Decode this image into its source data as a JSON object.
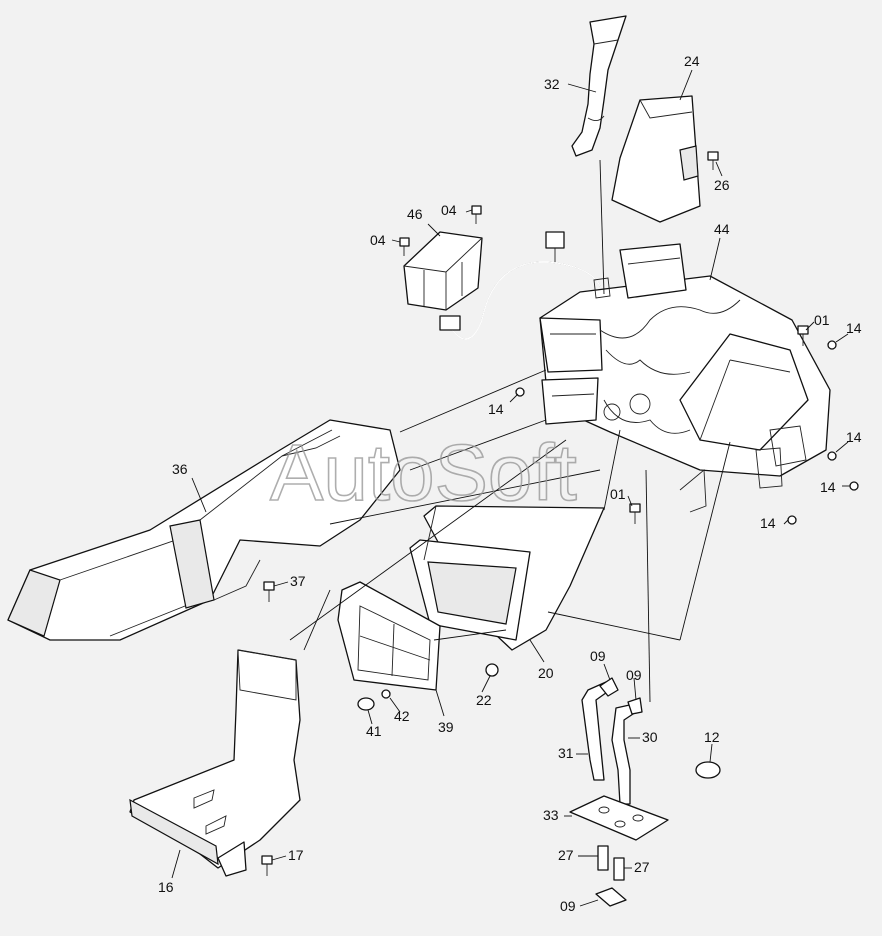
{
  "watermark": "AutoSoft",
  "callouts": [
    {
      "id": "c32",
      "label": "32"
    },
    {
      "id": "c24",
      "label": "24"
    },
    {
      "id": "c26",
      "label": "26"
    },
    {
      "id": "c46",
      "label": "46"
    },
    {
      "id": "c04a",
      "label": "04"
    },
    {
      "id": "c04b",
      "label": "04"
    },
    {
      "id": "c44",
      "label": "44"
    },
    {
      "id": "c01a",
      "label": "01"
    },
    {
      "id": "c14a",
      "label": "14"
    },
    {
      "id": "c14b",
      "label": "14"
    },
    {
      "id": "c14c",
      "label": "14"
    },
    {
      "id": "c14d",
      "label": "14"
    },
    {
      "id": "c14e",
      "label": "14"
    },
    {
      "id": "c36",
      "label": "36"
    },
    {
      "id": "c01b",
      "label": "01"
    },
    {
      "id": "c37",
      "label": "37"
    },
    {
      "id": "c20",
      "label": "20"
    },
    {
      "id": "c22",
      "label": "22"
    },
    {
      "id": "c39",
      "label": "39"
    },
    {
      "id": "c42",
      "label": "42"
    },
    {
      "id": "c41",
      "label": "41"
    },
    {
      "id": "c09a",
      "label": "09"
    },
    {
      "id": "c09b",
      "label": "09"
    },
    {
      "id": "c31",
      "label": "31"
    },
    {
      "id": "c30",
      "label": "30"
    },
    {
      "id": "c12",
      "label": "12"
    },
    {
      "id": "c33",
      "label": "33"
    },
    {
      "id": "c27a",
      "label": "27"
    },
    {
      "id": "c27b",
      "label": "27"
    },
    {
      "id": "c09c",
      "label": "09"
    },
    {
      "id": "c16",
      "label": "16"
    },
    {
      "id": "c17",
      "label": "17"
    }
  ]
}
